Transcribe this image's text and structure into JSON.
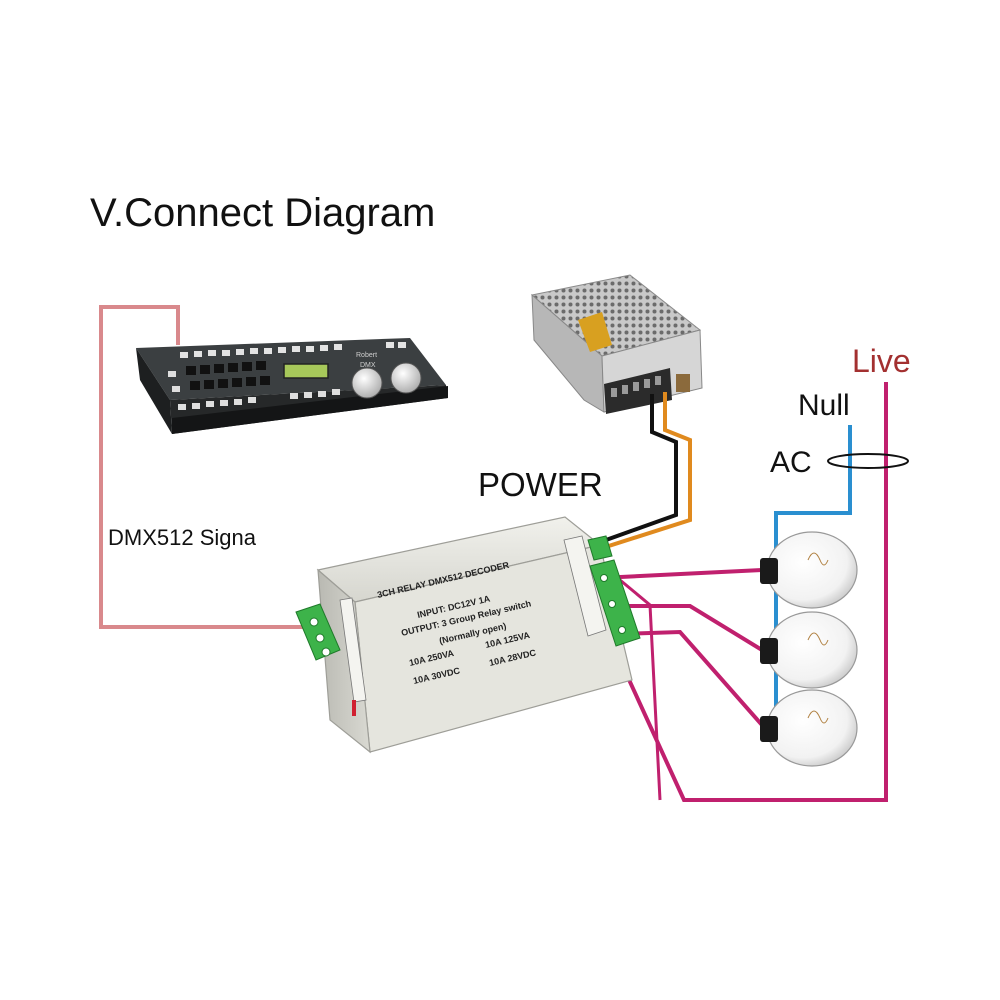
{
  "diagram": {
    "title": "V.Connect Diagram",
    "labels": {
      "dmx_signal": "DMX512 Signa",
      "power": "POWER",
      "null": "Null",
      "live": "Live",
      "ac": "AC"
    },
    "decoder": {
      "name": "3CH RELAY DMX512 DECODER",
      "input": "INPUT: DC12V 1A",
      "output": "OUTPUT: 3 Group Relay switch",
      "output_note": "(Normally open)",
      "rating_1": "10A  250VA",
      "rating_2": "10A  125VA",
      "rating_3": "10A  30VDC",
      "rating_4": "10A  28VDC"
    },
    "controller": {
      "brand": "Robert",
      "model": "DMX"
    },
    "colors": {
      "dmx_wire": "#d9898c",
      "null_wire": "#2a8fd0",
      "live_wire": "#c0206e",
      "power_pos": "#e08a1e",
      "power_neg": "#111111",
      "live_text": "#a33030",
      "connector": "#3db34a"
    }
  }
}
